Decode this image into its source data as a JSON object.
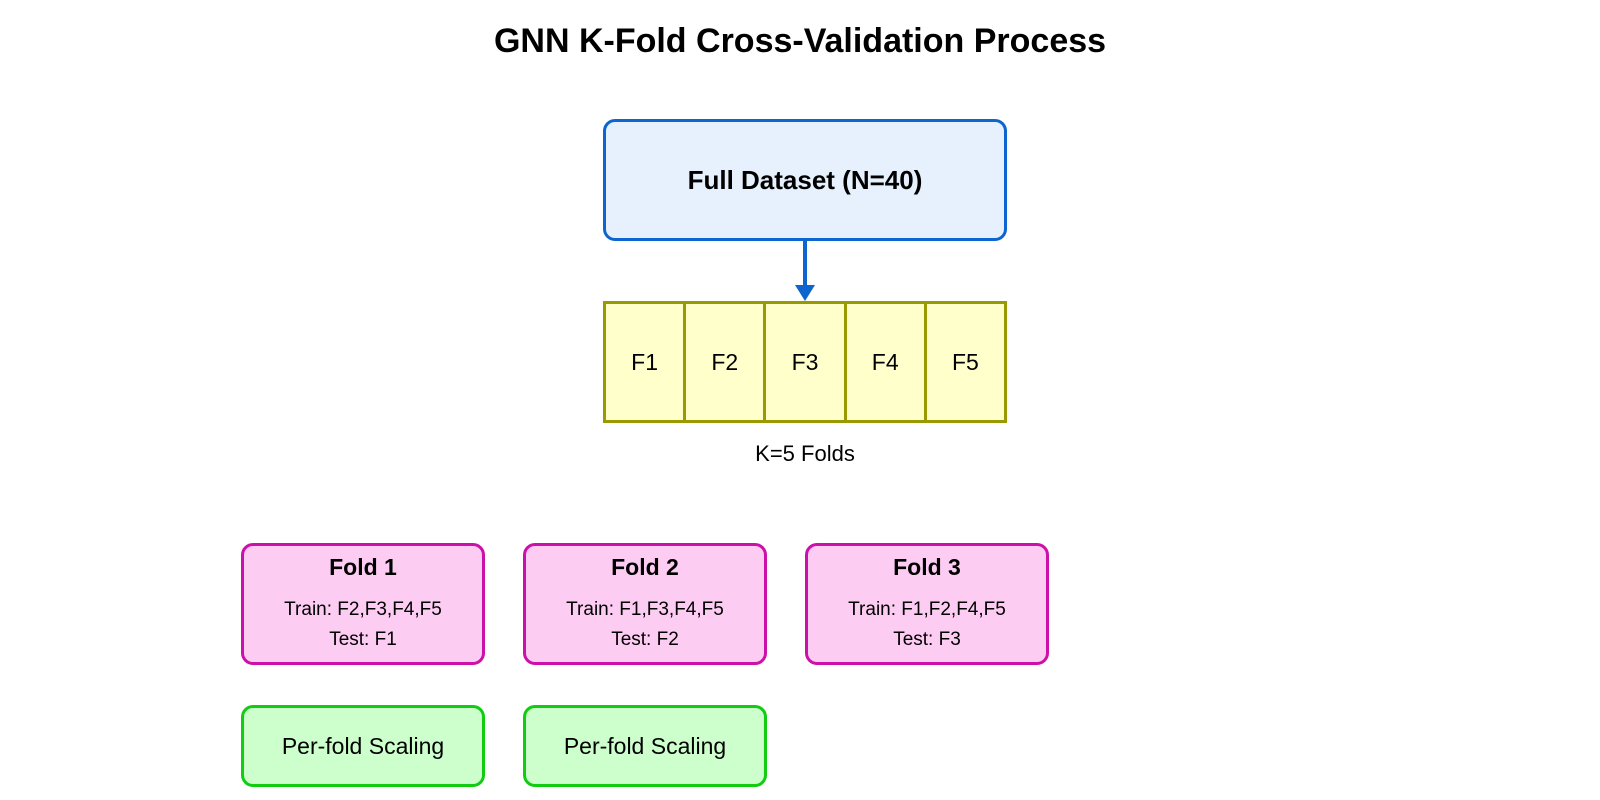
{
  "title": "GNN K-Fold Cross-Validation Process",
  "dataset": {
    "label": "Full Dataset (N=40)"
  },
  "folds": [
    "F1",
    "F2",
    "F3",
    "F4",
    "F5"
  ],
  "folds_caption": "K=5 Folds",
  "fold_boxes": [
    {
      "title": "Fold 1",
      "train": "Train: F2,F3,F4,F5",
      "test": "Test: F1"
    },
    {
      "title": "Fold 2",
      "train": "Train: F1,F3,F4,F5",
      "test": "Test: F2"
    },
    {
      "title": "Fold 3",
      "train": "Train: F1,F2,F4,F5",
      "test": "Test: F3"
    }
  ],
  "scaling_boxes": [
    {
      "label": "Per-fold Scaling"
    },
    {
      "label": "Per-fold Scaling"
    }
  ],
  "colors": {
    "dataset_fill": "#e6f1fd",
    "dataset_stroke": "#0d66d0",
    "fold_cell_fill": "#ffffcc",
    "fold_cell_stroke": "#999900",
    "fold_box_fill": "#fdccf2",
    "fold_box_stroke": "#cc10aa",
    "scaling_fill": "#ccffcc",
    "scaling_stroke": "#11cc11"
  }
}
